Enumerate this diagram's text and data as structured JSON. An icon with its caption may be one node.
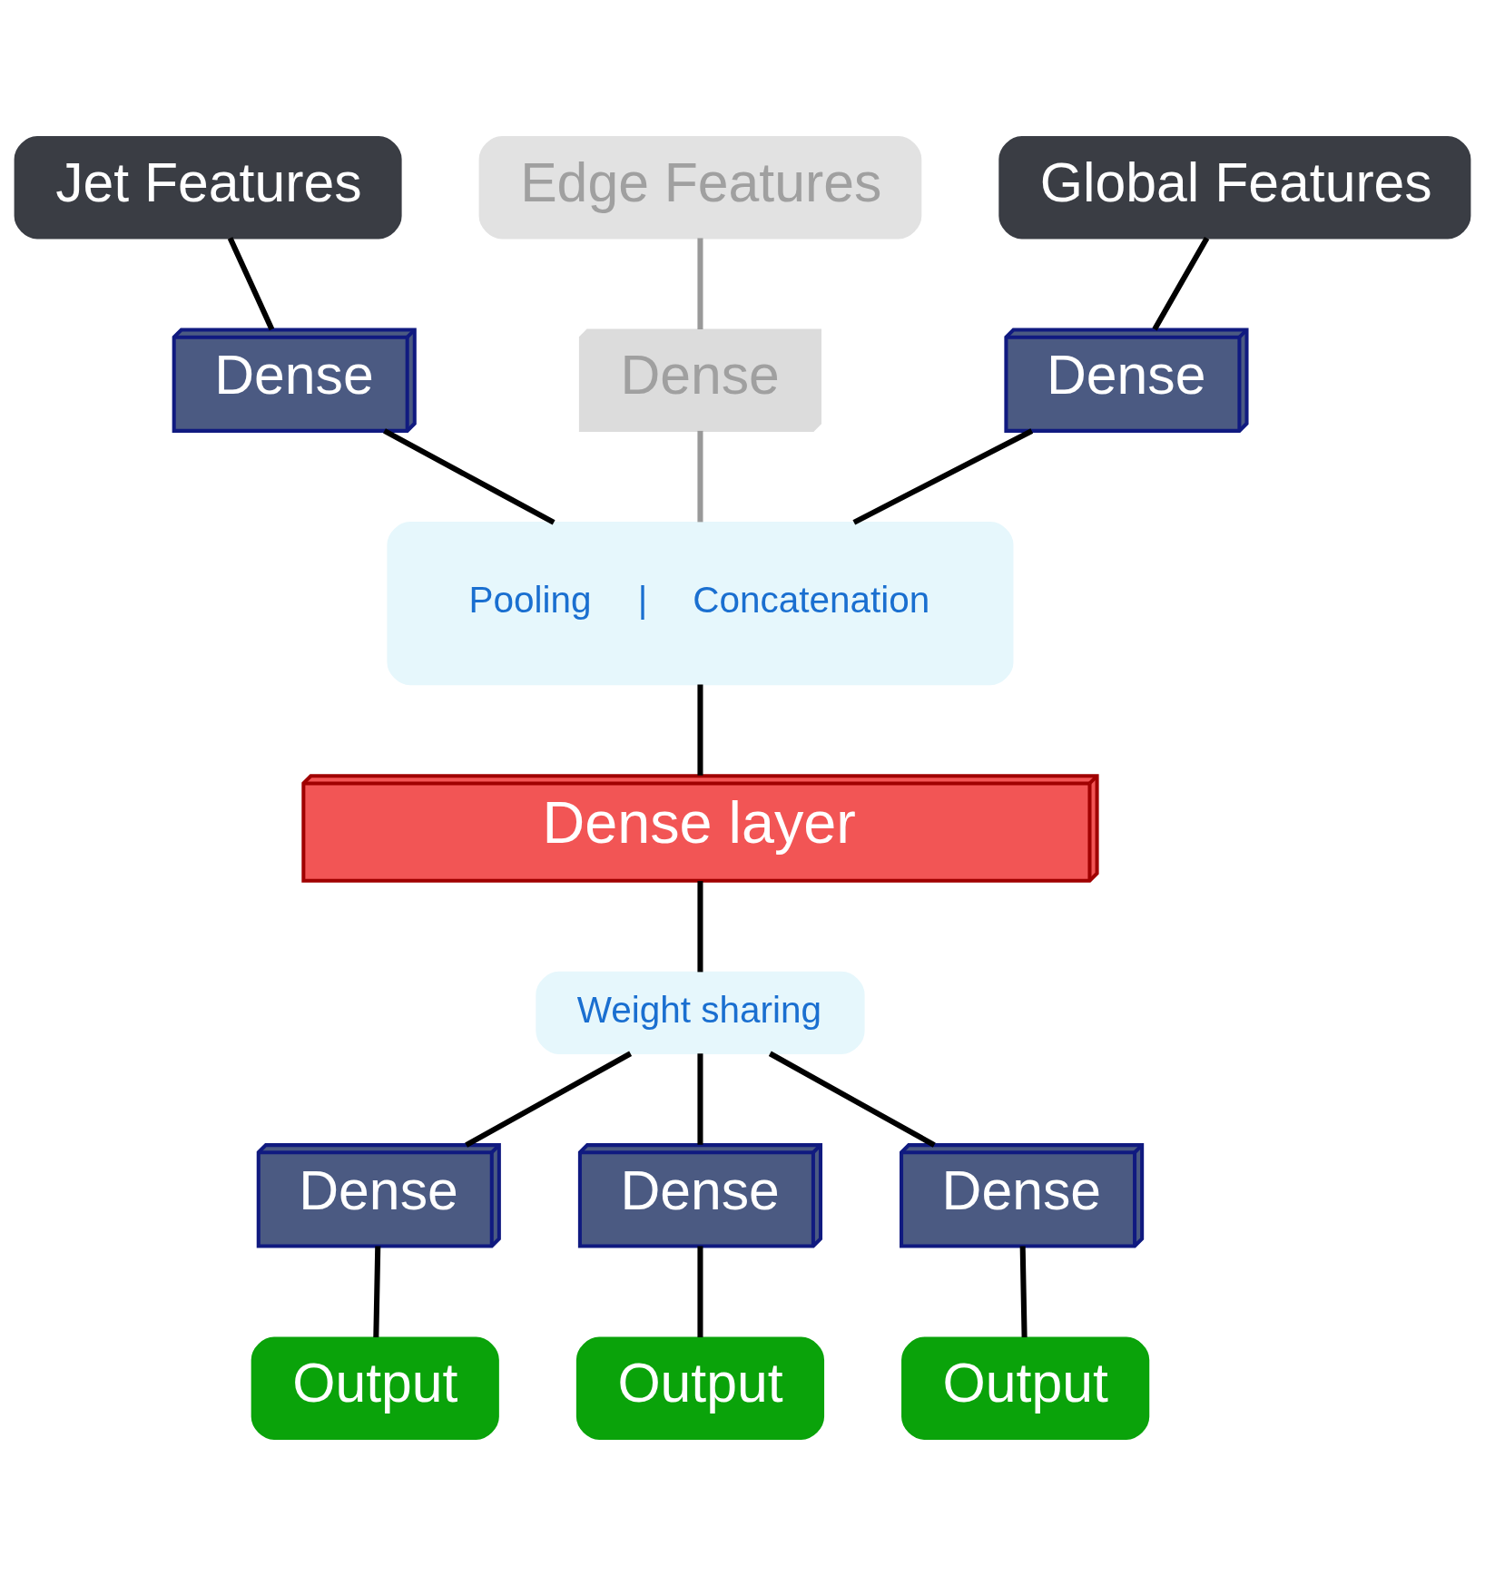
{
  "diagram": {
    "nodes": [
      {
        "text": [
          "Jet Features"
        ]
      },
      {
        "text": [
          "Edge Features"
        ]
      },
      {
        "text": [
          "Global Features"
        ]
      },
      {
        "text": [
          "Dense"
        ]
      },
      {
        "text": [
          "Dense"
        ]
      },
      {
        "text": [
          "Dense"
        ]
      },
      {
        "text": [
          "Pooling",
          "|",
          "Concatenation"
        ]
      },
      {
        "text": [
          "Dense layer"
        ]
      },
      {
        "text": [
          "Weight sharing"
        ]
      },
      {
        "text": [
          "Dense"
        ]
      },
      {
        "text": [
          "Dense"
        ]
      },
      {
        "text": [
          "Dense"
        ]
      },
      {
        "text": [
          "Output"
        ]
      },
      {
        "text": [
          "Output"
        ]
      },
      {
        "text": [
          "Output"
        ]
      }
    ],
    "edges": [
      {
        "from": 0,
        "to": 3,
        "arrow": "none"
      },
      {
        "from": 1,
        "to": 4,
        "arrow": "none",
        "color": "#999999"
      },
      {
        "from": 2,
        "to": 5,
        "arrow": "none"
      },
      {
        "from": 3,
        "to": 6,
        "arrow": "none"
      },
      {
        "from": 4,
        "to": 6,
        "arrow": "none",
        "color": "#999999"
      },
      {
        "from": 5,
        "to": 6,
        "arrow": "none"
      },
      {
        "from": 6,
        "to": 7,
        "arrow": "none"
      },
      {
        "from": 7,
        "to": 8,
        "arrow": "none"
      },
      {
        "from": 8,
        "to": 9,
        "arrow": "none"
      },
      {
        "from": 8,
        "to": 10,
        "arrow": "none"
      },
      {
        "from": 8,
        "to": 11,
        "arrow": "none"
      },
      {
        "from": 9,
        "to": 12,
        "arrow": "none"
      },
      {
        "from": 10,
        "to": 13,
        "arrow": "none"
      },
      {
        "from": 11,
        "to": 14,
        "arrow": "none"
      }
    ]
  }
}
